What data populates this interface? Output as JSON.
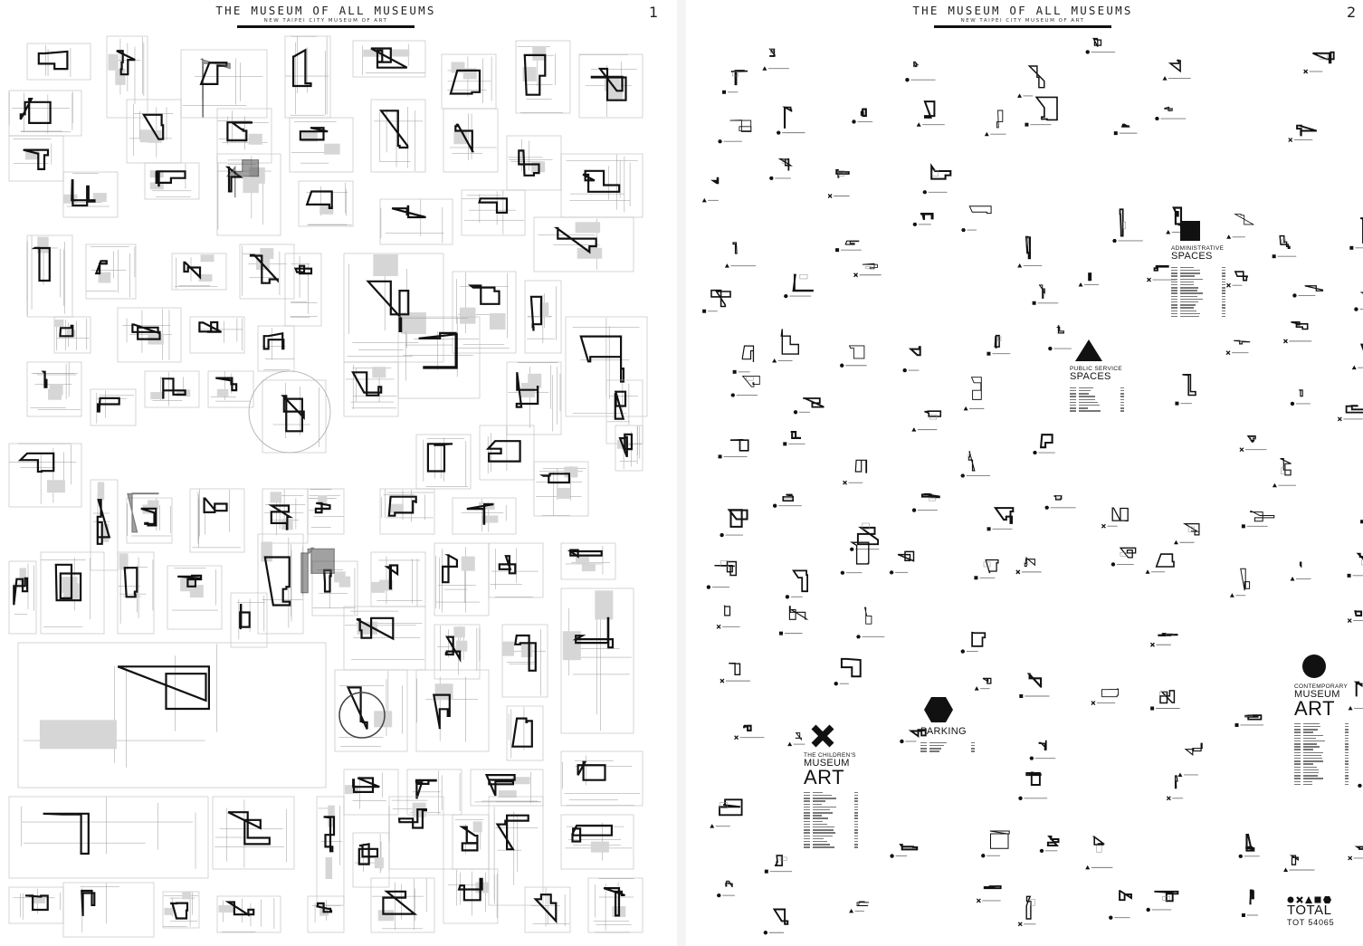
{
  "sheets": [
    {
      "title": "THE MUSEUM OF ALL MUSEUMS",
      "subtitle": "NEW TAIPEI CITY MUSEUM OF ART",
      "number": "1"
    },
    {
      "title": "THE MUSEUM OF ALL MUSEUMS",
      "subtitle": "NEW TAIPEI CITY MUSEUM OF ART",
      "number": "2"
    }
  ],
  "legends": {
    "administrative": {
      "line1": "ADMINISTRATIVE",
      "line2": "SPACES",
      "symbol": "square-icon"
    },
    "public": {
      "line1": "PUBLIC SERVICE",
      "line2": "SPACES",
      "symbol": "triangle-icon"
    },
    "childrens": {
      "line1": "THE CHILDREN'S",
      "line2": "MUSEUM",
      "line3": "ART",
      "symbol": "cross-icon"
    },
    "parking": {
      "line1": "PARKING",
      "symbol": "hexagon-icon"
    },
    "contemporary": {
      "line1": "CONTEMPORARY",
      "line2": "MUSEUM",
      "line3": "ART",
      "symbol": "circle-icon"
    }
  },
  "total": {
    "label": "TOTAL",
    "value": "TOT 54065"
  },
  "colors": {
    "ink": "#111111",
    "plan_gray": "#8a8a8a",
    "paper": "#ffffff"
  }
}
